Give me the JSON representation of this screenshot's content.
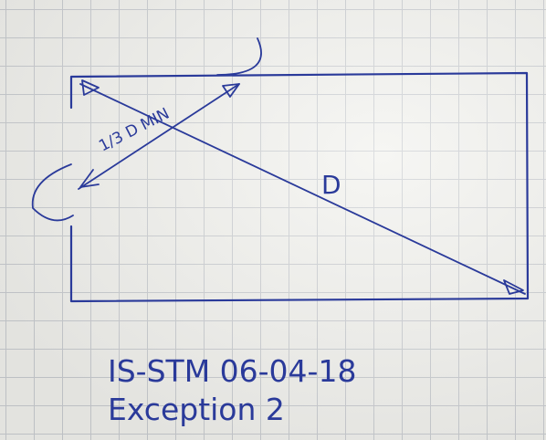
{
  "diagram": {
    "diagonal_label": "D",
    "measure_label": "1/3 D MIN",
    "caption_line1": "IS-STM 06-04-18",
    "caption_line2": "Exception 2"
  },
  "colors": {
    "ink": "#2a3a9a",
    "paper": "#f1f1ed",
    "grid": "#c9ccd0"
  }
}
